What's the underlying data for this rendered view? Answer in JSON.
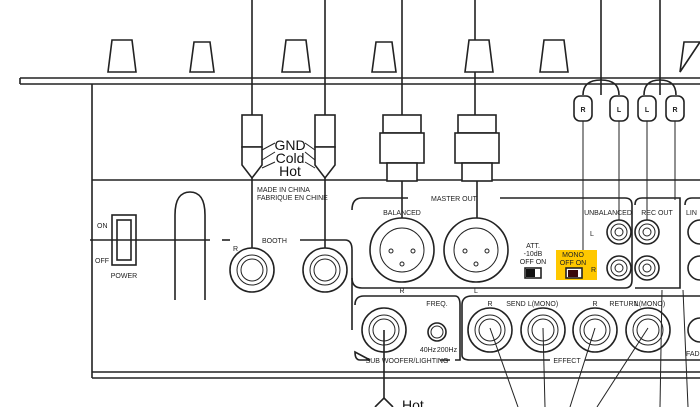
{
  "wire_legend": {
    "gnd": "GND",
    "cold": "Cold",
    "hot": "Hot",
    "hot_bottom": "Hot"
  },
  "made_in": {
    "line1": "MADE IN CHINA",
    "line2": "FABRIQUE EN CHINE"
  },
  "power": {
    "on": "ON",
    "off": "OFF",
    "label": "POWER"
  },
  "booth": {
    "title": "BOOTH",
    "r": "R"
  },
  "master_out": {
    "title": "MASTER OUT",
    "balanced": "BALANCED",
    "r": "R",
    "l": "L"
  },
  "att": {
    "line1": "ATT.",
    "line2": "-10dB",
    "line3": "OFF  ON"
  },
  "mono": {
    "line1": "MONO",
    "line2": "OFF  ON",
    "r": "R",
    "color": "#FFC800"
  },
  "unbalanced": {
    "title": "UNBALANCED",
    "l": "L"
  },
  "rec_out": {
    "title": "REC OUT"
  },
  "line": {
    "title": "LIN"
  },
  "rca_plugs": [
    "R",
    "L",
    "L",
    "R"
  ],
  "sub": {
    "title": "SUB WOOFER/LIGHTING",
    "freq": "FREQ.",
    "f_low": "40Hz",
    "f_high": "200Hz"
  },
  "effect": {
    "title": "EFFECT",
    "send": "SEND",
    "return": "RETURN",
    "r1": "R",
    "l1": "L(MONO)",
    "r2": "R",
    "l2": "L(MONO)"
  },
  "fader": {
    "title": "FAD"
  }
}
